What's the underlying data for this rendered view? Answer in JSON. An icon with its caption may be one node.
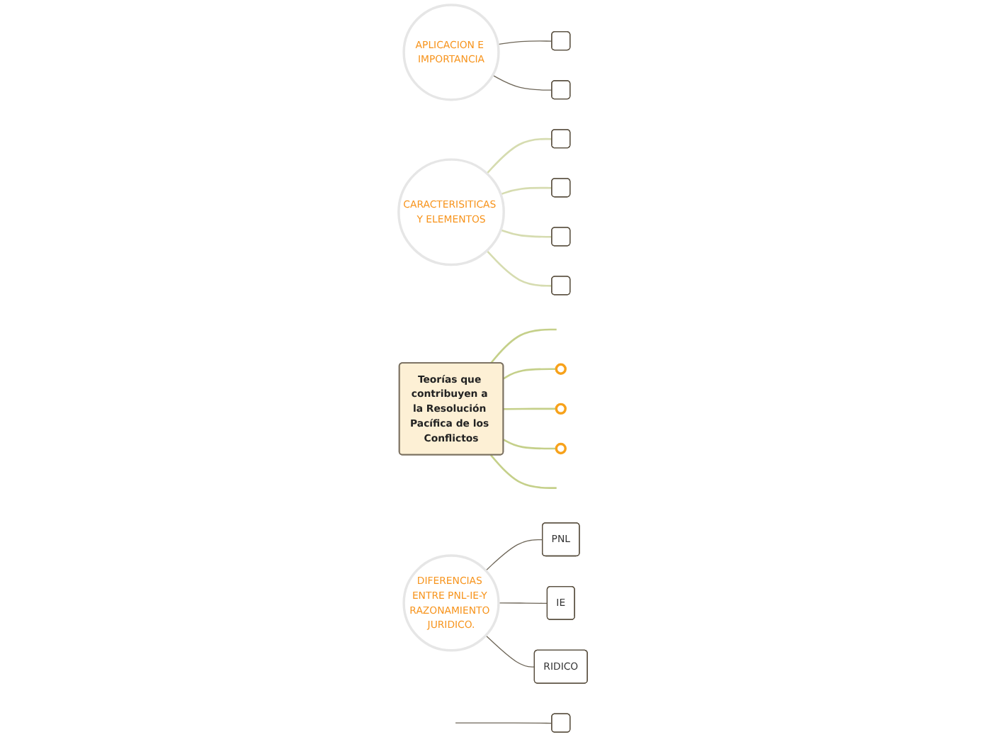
{
  "diagram": {
    "nodes": [
      {
        "text": [],
        "shape": "box"
      },
      {
        "text": [],
        "shape": "box"
      },
      {
        "text": [
          "APLICACION E IMPORTANCIA"
        ]
      },
      {
        "text": [],
        "shape": "circle"
      },
      {
        "text": [],
        "shape": "box"
      },
      {
        "text": [],
        "shape": "box"
      },
      {
        "text": [],
        "shape": "box"
      },
      {
        "text": [],
        "shape": "box"
      },
      {
        "text": [
          "CARACTERISITICAS Y ELEMENTOS"
        ]
      },
      {
        "text": [],
        "shape": "circle"
      },
      {
        "text": [
          "Teorías que contribuyen a la Resolución Pacífica de los Conflictos"
        ]
      },
      {
        "text": [
          "PNL"
        ]
      },
      {
        "text": [
          "DIFERENCIAS ENTRE PNL-IE-Y RAZONAMIENTO JURIDICO."
        ]
      },
      {
        "text": [
          "IE"
        ]
      },
      {
        "text": [],
        "shape": "circle"
      },
      {
        "text": [
          "RIDICO"
        ]
      },
      {
        "text": [],
        "shape": "box"
      }
    ],
    "edges": [
      {
        "from": 10,
        "to": null,
        "arrow": "none",
        "color": "#c5d08a"
      },
      {
        "from": 10,
        "to": 3,
        "arrow": "none",
        "color": "#c5d08a"
      },
      {
        "from": 10,
        "to": 9,
        "arrow": "none",
        "color": "#c5d08a"
      },
      {
        "from": 10,
        "to": 14,
        "arrow": "none",
        "color": "#c5d08a"
      },
      {
        "from": 10,
        "to": null,
        "arrow": "none",
        "color": "#c5d08a"
      },
      {
        "from": 2,
        "to": 0,
        "arrow": "none"
      },
      {
        "from": 2,
        "to": 1,
        "arrow": "none"
      },
      {
        "from": 8,
        "to": 4,
        "arrow": "none",
        "color": "#d6dcb0"
      },
      {
        "from": 8,
        "to": 5,
        "arrow": "none",
        "color": "#d6dcb0"
      },
      {
        "from": 8,
        "to": 6,
        "arrow": "none",
        "color": "#d6dcb0"
      },
      {
        "from": 8,
        "to": 7,
        "arrow": "none",
        "color": "#d6dcb0"
      },
      {
        "from": 12,
        "to": 11,
        "arrow": "none"
      },
      {
        "from": 12,
        "to": 13,
        "arrow": "none"
      },
      {
        "from": 12,
        "to": 15,
        "arrow": "none"
      },
      {
        "from": null,
        "to": 16,
        "arrow": "none"
      }
    ]
  }
}
